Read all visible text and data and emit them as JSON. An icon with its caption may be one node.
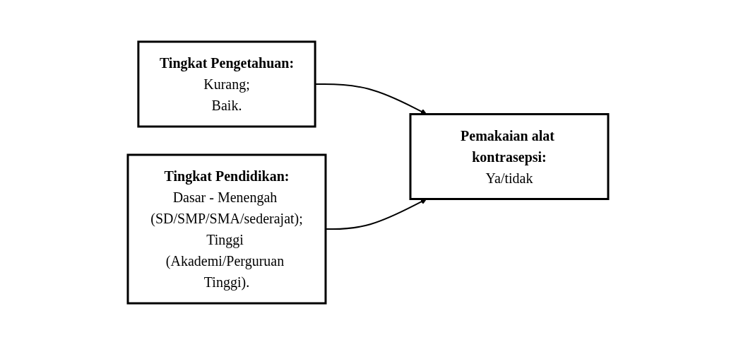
{
  "diagram": {
    "nodes": [
      {
        "text": [
          "Tingkat Pengetahuan:",
          "Kurang;",
          "Baik."
        ]
      },
      {
        "text": [
          "Tingkat Pendidikan:",
          "Dasar - Menengah (SD/SMP/SMA/sederajat);",
          "Tinggi (Akademi/Perguruan Tinggi)."
        ]
      },
      {
        "text": [
          "Pemakaian alat kontrasepsi:",
          "Ya/tidak"
        ]
      }
    ],
    "edges": [
      {
        "from": 0,
        "to": 2,
        "arrow": "to"
      },
      {
        "from": 1,
        "to": 2,
        "arrow": "to"
      }
    ]
  }
}
